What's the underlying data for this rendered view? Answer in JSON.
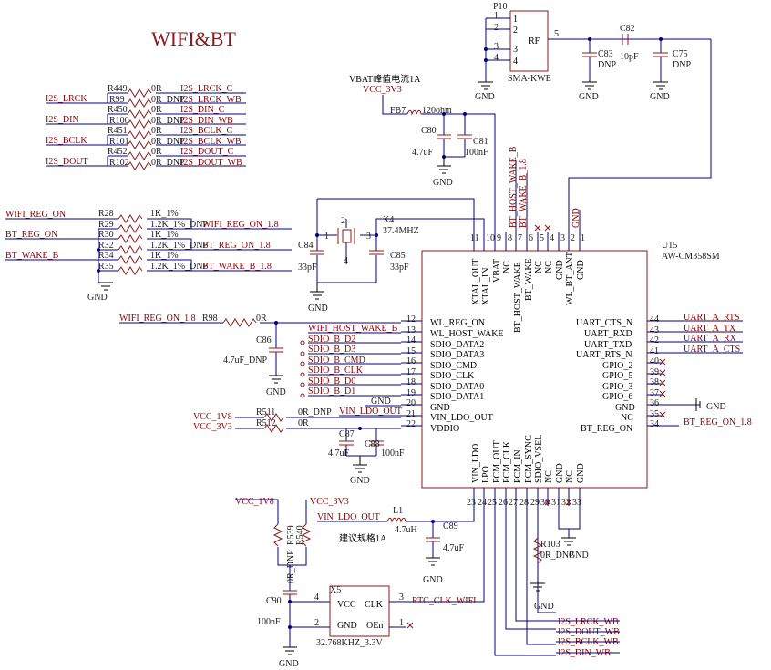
{
  "title": "WIFI&BT",
  "gnd_label": "GND",
  "u15": {
    "ref": "U15",
    "part": "AW-CM358SM",
    "left_pins": [
      {
        "num": "12",
        "name": "WL_REG_ON"
      },
      {
        "num": "13",
        "name": "WL_HOST_WAKE"
      },
      {
        "num": "14",
        "name": "SDIO_DATA2"
      },
      {
        "num": "15",
        "name": "SDIO_DATA3"
      },
      {
        "num": "16",
        "name": "SDIO_CMD"
      },
      {
        "num": "17",
        "name": "SDIO_CLK"
      },
      {
        "num": "18",
        "name": "SDIO_DATA0"
      },
      {
        "num": "19",
        "name": "SDIO_DATA1"
      },
      {
        "num": "20",
        "name": "GND"
      },
      {
        "num": "21",
        "name": "VIN_LDO_OUT"
      },
      {
        "num": "22",
        "name": "VDDIO"
      }
    ],
    "right_pins": [
      {
        "num": "44",
        "name": "UART_CTS_N",
        "net": "UART_A_RTS"
      },
      {
        "num": "43",
        "name": "UART_RXD",
        "net": "UART_A_TX"
      },
      {
        "num": "42",
        "name": "UART_TXD",
        "net": "UART_A_RX"
      },
      {
        "num": "41",
        "name": "UART_RTS_N",
        "net": "UART_A_CTS"
      },
      {
        "num": "40",
        "name": "GPIO_2"
      },
      {
        "num": "39",
        "name": "GPIO_5"
      },
      {
        "num": "38",
        "name": "GPIO_3"
      },
      {
        "num": "37",
        "name": "GPIO_6"
      },
      {
        "num": "36",
        "name": "GND"
      },
      {
        "num": "35",
        "name": "NC"
      },
      {
        "num": "34",
        "name": "BT_REG_ON",
        "net": "BT_REG_ON_1.8"
      }
    ],
    "top_pins": [
      {
        "num": "11",
        "name": "XTAL_OUT"
      },
      {
        "num": "10",
        "name": "XTAL_IN"
      },
      {
        "num": "9",
        "name": "VBAT"
      },
      {
        "num": "8",
        "name": "NC"
      },
      {
        "num": "7",
        "name": "BT_HOST_WAKE"
      },
      {
        "num": "6",
        "name": "BT_WAKE"
      },
      {
        "num": "5",
        "name": "NC"
      },
      {
        "num": "4",
        "name": "NC"
      },
      {
        "num": "3",
        "name": "GND"
      },
      {
        "num": "2",
        "name": "WL_BT_ANT"
      },
      {
        "num": "1",
        "name": "GND"
      }
    ],
    "bottom_pins": [
      {
        "num": "23",
        "name": "VIN_LDO"
      },
      {
        "num": "24",
        "name": "LPO"
      },
      {
        "num": "25",
        "name": "PCM_OUT"
      },
      {
        "num": "26",
        "name": "PCM_CLK"
      },
      {
        "num": "27",
        "name": "PCM_IN"
      },
      {
        "num": "28",
        "name": "PCM_SYNC"
      },
      {
        "num": "29",
        "name": "SDIO_VSEL"
      },
      {
        "num": "30",
        "name": "NC"
      },
      {
        "num": "31",
        "name": "GND"
      },
      {
        "num": "32",
        "name": "NC"
      },
      {
        "num": "33",
        "name": "GND"
      }
    ]
  },
  "nets": {
    "bt_host_wake": "BT_HOST_WAKE_B",
    "bt_wake_18": "BT_WAKE_B_1.8",
    "rtc_clk": "RTC_CLK_WIFI"
  },
  "i2s_left": [
    "I2S_LRCK",
    "I2S_DIN",
    "I2S_BCLK",
    "I2S_DOUT"
  ],
  "i2s_bank": [
    {
      "ref": "R449",
      "value": "0R",
      "net": "I2S_LRCK_C"
    },
    {
      "ref": "R99",
      "value": "0R_DNP",
      "net": "I2S_LRCK_WB"
    },
    {
      "ref": "R450",
      "value": "0R",
      "net": "I2S_DIN_C"
    },
    {
      "ref": "R100",
      "value": "0R_DNP",
      "net": "I2S_DIN_WB"
    },
    {
      "ref": "R451",
      "value": "0R",
      "net": "I2S_BCLK_C"
    },
    {
      "ref": "R101",
      "value": "0R_DNP",
      "net": "I2S_BCLK_WB"
    },
    {
      "ref": "R452",
      "value": "0R",
      "net": "I2S_DOUT_C"
    },
    {
      "ref": "R102",
      "value": "0R_DNP",
      "net": "I2S_DOUT_WB"
    }
  ],
  "i2s_bottom": [
    "I2S_LRCK_WB",
    "I2S_DOUT_WB",
    "I2S_BCLK_WB",
    "I2S_DIN_WB"
  ],
  "ctrl": {
    "wifi_reg_on": "WIFI_REG_ON",
    "bt_reg_on": "BT_REG_ON",
    "bt_wake_b": "BT_WAKE_B",
    "wifi_reg_on_18": "WIFI_REG_ON_1.8",
    "bt_reg_on_18": "BT_REG_ON_1.8",
    "bt_wake_b_18": "BT_WAKE_B_1.8"
  },
  "ctrl_r": [
    {
      "ref": "R28",
      "value": "1K_1%"
    },
    {
      "ref": "R29",
      "value": "1.2K_1%_DNP"
    },
    {
      "ref": "R30",
      "value": "1K_1%"
    },
    {
      "ref": "R32",
      "value": "1.2K_1%_DNP"
    },
    {
      "ref": "R34",
      "value": "1K_1%"
    },
    {
      "ref": "R35",
      "value": "1.2K_1%_DNP"
    }
  ],
  "sdio": [
    "WIFI_HOST_WAKE_B",
    "SDIO_B_D2",
    "SDIO_B_D3",
    "SDIO_B_CMD",
    "SDIO_B_CLK",
    "SDIO_B_D0",
    "SDIO_B_D1"
  ],
  "power": {
    "vbat_note": "VBAT峰值电流1A",
    "vcc3v3": "VCC_3V3",
    "vcc1v8": "VCC_1V8"
  },
  "ldo": {
    "vin_ldo_out": "VIN_LDO_OUT"
  },
  "parts": {
    "p10": {
      "ref": "P10",
      "part": "SMA-KWE",
      "pin_name": "RF"
    },
    "c83": {
      "ref": "C83",
      "value": "DNP"
    },
    "c82": {
      "ref": "C82",
      "value": "10pF"
    },
    "c75": {
      "ref": "C75",
      "value": "DNP"
    },
    "fb7": {
      "ref": "FB7",
      "value": "120ohm"
    },
    "c80": {
      "ref": "C80",
      "value": "4.7uF"
    },
    "c81": {
      "ref": "C81",
      "value": "100nF"
    },
    "x4": {
      "ref": "X4",
      "value": "37.4MHZ"
    },
    "c84": {
      "ref": "C84",
      "value": "33pF"
    },
    "c85": {
      "ref": "C85",
      "value": "33pF"
    },
    "r98": {
      "ref": "R98",
      "value": "0R"
    },
    "c86": {
      "ref": "C86",
      "value": "4.7uF_DNP"
    },
    "r511": {
      "ref": "R511",
      "value": "0R_DNP"
    },
    "r512": {
      "ref": "R512",
      "value": "0R"
    },
    "c87": {
      "ref": "C87",
      "value": "4.7uF"
    },
    "c88": {
      "ref": "C88",
      "value": "100nF"
    },
    "l1": {
      "ref": "L1",
      "value": "4.7uH",
      "note": "建议规格1A"
    },
    "c89": {
      "ref": "C89",
      "value": "4.7uF"
    },
    "r103": {
      "ref": "R103",
      "value": "0R_DNP"
    },
    "r539": {
      "ref": "R539",
      "value": "0R_DNP"
    },
    "r540": {
      "ref": "R540"
    },
    "c90": {
      "ref": "C90",
      "value": "100nF"
    },
    "x5": {
      "ref": "X5",
      "value": "32.768KHZ_3.3V",
      "pin_vcc": "VCC",
      "pin_clk": "CLK",
      "pin_gnd": "GND",
      "pin_oen": "OEn"
    }
  }
}
